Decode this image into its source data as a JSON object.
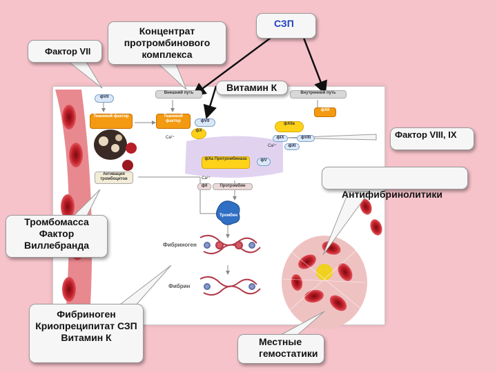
{
  "callouts": {
    "factor_vii": "Фактор VII",
    "pcc": "Концентрат протромбинового комплекса",
    "szp": "СЗП",
    "vitamin_k": "Витамин К",
    "factor_viii_ix": "Фактор VIII, IX",
    "antifibrinolytics": "Антифибринолитики",
    "platelets": "Тромбомасса Фактор Виллебранда",
    "fibrinogen_group": "Фибриноген Криопреципитат СЗП Витамин К",
    "local_hemostatics": "Местные гемостатики"
  },
  "diagram": {
    "f_vii_top": "фVII",
    "extrinsic_path": "Внешний путь",
    "intrinsic_path": "Внутренний путь",
    "tissue_factor_1": "Тканевой фактор",
    "tissue_factor_2": "Тканевой фактор",
    "f_vii": "фVII",
    "f_x": "фX",
    "f_xii": "фXII",
    "f_xiia": "фXIIa",
    "f_ix": "фIX",
    "f_viii": "фVIII",
    "f_xi": "фXI",
    "f_xa": "фXa Протромбиназа",
    "f_v": "фV",
    "f_ii": "фII",
    "prothrombin": "Протромбин",
    "ca1": "Ca²⁺",
    "ca2": "Ca²⁺",
    "ca3": "Ca²⁺",
    "platelet_activation": "Активация тромбоцитов",
    "thrombin": "Тромбин",
    "fibrinogen": "Фибриноген",
    "fibrin": "Фибрин"
  },
  "colors": {
    "background": "#f7c3cb",
    "factor_yellow": "#ffd21a",
    "factor_orange": "#f39a12",
    "thrombin_blue": "#2f6fc4",
    "rbc_red": "#b3121b"
  }
}
